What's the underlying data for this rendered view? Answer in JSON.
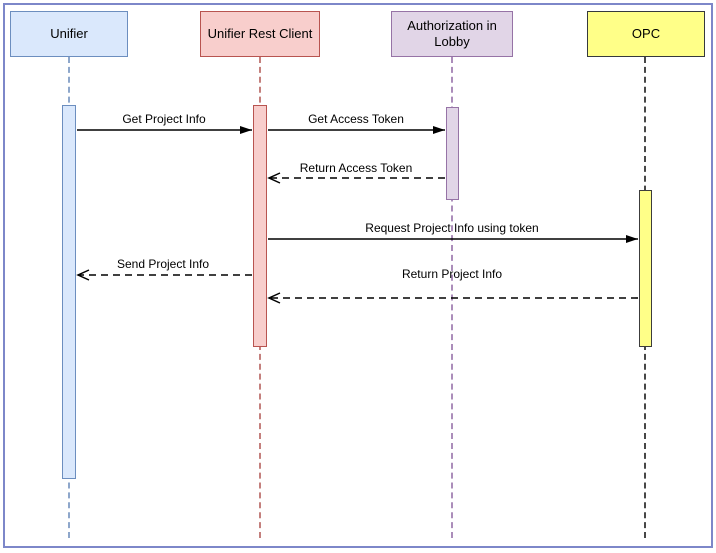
{
  "diagram": {
    "type": "uml-sequence",
    "frame_color": "#7d87c9",
    "actors": [
      {
        "label": "Unifier",
        "fill": "#dae8fc",
        "stroke": "#6c8ebf"
      },
      {
        "label": "Unifier Rest Client",
        "fill": "#f8cecc",
        "stroke": "#b85450"
      },
      {
        "label": "Authorization in Lobby",
        "fill": "#e1d5e7",
        "stroke": "#9673a6"
      },
      {
        "label": "OPC",
        "fill": "#ffff88",
        "stroke": "#36393d"
      }
    ],
    "messages": [
      {
        "label": "Get Project Info",
        "from": "Unifier",
        "to": "Unifier Rest Client",
        "style": "solid",
        "arrowhead": "filled"
      },
      {
        "label": "Get Access Token",
        "from": "Unifier Rest Client",
        "to": "Authorization in Lobby",
        "style": "solid",
        "arrowhead": "filled"
      },
      {
        "label": "Return Access Token",
        "from": "Authorization in Lobby",
        "to": "Unifier Rest Client",
        "style": "dashed",
        "arrowhead": "open"
      },
      {
        "label": "Request Project Info using token",
        "from": "Unifier Rest Client",
        "to": "OPC",
        "style": "solid",
        "arrowhead": "filled"
      },
      {
        "label": "Send Project Info",
        "from": "Unifier Rest Client",
        "to": "Unifier",
        "style": "dashed",
        "arrowhead": "open"
      },
      {
        "label": "Return Project Info",
        "from": "OPC",
        "to": "Unifier Rest Client",
        "style": "dashed",
        "arrowhead": "open"
      }
    ]
  }
}
